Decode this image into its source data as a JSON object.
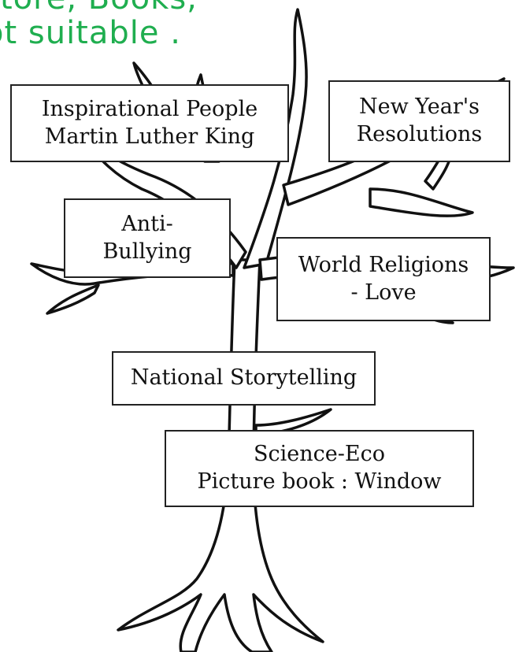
{
  "header_note": {
    "line1": "tore, Books,",
    "line2": "ot suitable ."
  },
  "boxes": {
    "inspirational": {
      "line1": "Inspirational People",
      "line2": "Martin Luther King"
    },
    "new_year": {
      "line1": "New Year's",
      "line2": "Resolutions"
    },
    "anti_bullying": {
      "line1": "Anti-",
      "line2": "Bullying"
    },
    "world_religions": {
      "line1": "World Religions",
      "line2": "- Love"
    },
    "storytelling": {
      "line1": "National Storytelling"
    },
    "science": {
      "line1": "Science-Eco",
      "line2": "Picture book : Window"
    }
  },
  "colors": {
    "note": "#1fae4f",
    "ink": "#111111"
  }
}
